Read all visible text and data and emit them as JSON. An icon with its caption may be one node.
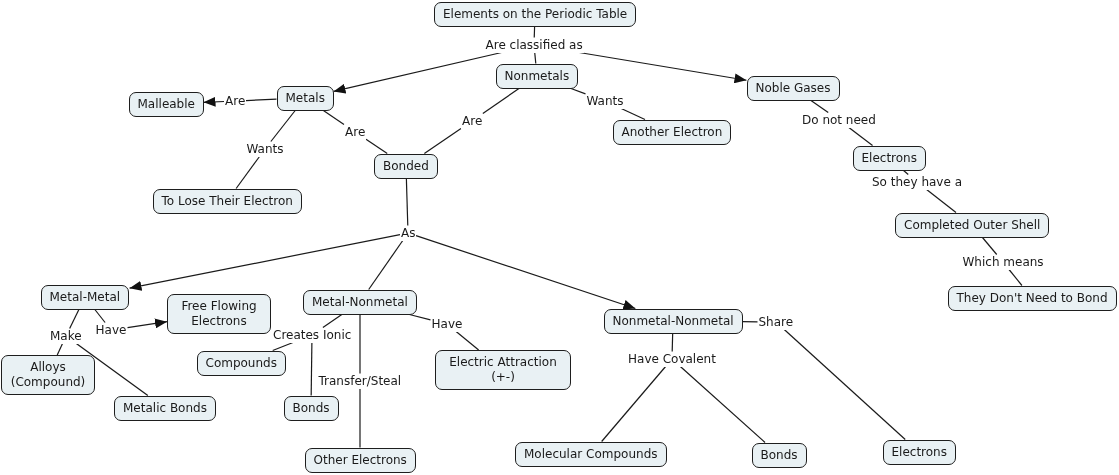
{
  "diagram": {
    "nodes": [
      {
        "text": [
          "Elements on the Periodic Table"
        ]
      },
      {
        "text": [
          "Are classified as"
        ]
      },
      {
        "text": [
          "Nonmetals"
        ]
      },
      {
        "text": [
          "Noble Gases"
        ]
      },
      {
        "text": [
          "Metals"
        ]
      },
      {
        "text": [
          "Malleable"
        ]
      },
      {
        "text": [
          "Are"
        ]
      },
      {
        "text": [
          "Wants"
        ]
      },
      {
        "text": [
          "Are"
        ]
      },
      {
        "text": [
          "Another Electron"
        ]
      },
      {
        "text": [
          "Are"
        ]
      },
      {
        "text": [
          "Do not need"
        ]
      },
      {
        "text": [
          "Wants"
        ]
      },
      {
        "text": [
          "Bonded"
        ]
      },
      {
        "text": [
          "Electrons"
        ]
      },
      {
        "text": [
          "So they have a"
        ]
      },
      {
        "text": [
          "To Lose Their Electron"
        ]
      },
      {
        "text": [
          "Completed Outer Shell"
        ]
      },
      {
        "text": [
          "As"
        ]
      },
      {
        "text": [
          "Which means"
        ]
      },
      {
        "text": [
          "Metal-Metal"
        ]
      },
      {
        "text": [
          "Free Flowing Electrons"
        ]
      },
      {
        "text": [
          "Metal-Nonmetal"
        ]
      },
      {
        "text": [
          "They Don't Need to Bond"
        ]
      },
      {
        "text": [
          "Nonmetal-Nonmetal"
        ]
      },
      {
        "text": [
          "Share"
        ]
      },
      {
        "text": [
          "Have"
        ]
      },
      {
        "text": [
          "Have"
        ]
      },
      {
        "text": [
          "Make"
        ]
      },
      {
        "text": [
          "Creates Ionic"
        ]
      },
      {
        "text": [
          "Compounds"
        ]
      },
      {
        "text": [
          "Alloys (Compound)"
        ]
      },
      {
        "text": [
          "Electric Attraction (+-)"
        ]
      },
      {
        "text": [
          "Have Covalent"
        ]
      },
      {
        "text": [
          "Transfer/Steal"
        ]
      },
      {
        "text": [
          "Bonds"
        ]
      },
      {
        "text": [
          "Metalic Bonds"
        ]
      },
      {
        "text": [
          "Molecular Compounds"
        ]
      },
      {
        "text": [
          "Bonds"
        ]
      },
      {
        "text": [
          "Electrons"
        ]
      },
      {
        "text": [
          "Other Electrons"
        ]
      }
    ],
    "edges": [
      {
        "from": 0,
        "to": 1,
        "arrow": "none"
      },
      {
        "from": 1,
        "to": 4,
        "arrow": "to"
      },
      {
        "from": 1,
        "to": 2,
        "arrow": "none"
      },
      {
        "from": 1,
        "to": 3,
        "arrow": "to"
      },
      {
        "from": 4,
        "to": 6,
        "arrow": "none"
      },
      {
        "from": 6,
        "to": 5,
        "arrow": "to"
      },
      {
        "from": 4,
        "to": 10,
        "arrow": "none"
      },
      {
        "from": 10,
        "to": 13,
        "arrow": "none"
      },
      {
        "from": 4,
        "to": 12,
        "arrow": "none"
      },
      {
        "from": 12,
        "to": 16,
        "arrow": "none"
      },
      {
        "from": 2,
        "to": 8,
        "arrow": "none"
      },
      {
        "from": 8,
        "to": 13,
        "arrow": "none"
      },
      {
        "from": 2,
        "to": 7,
        "arrow": "none"
      },
      {
        "from": 7,
        "to": 9,
        "arrow": "none"
      },
      {
        "from": 3,
        "to": 11,
        "arrow": "none"
      },
      {
        "from": 11,
        "to": 14,
        "arrow": "none"
      },
      {
        "from": 14,
        "to": 15,
        "arrow": "none"
      },
      {
        "from": 15,
        "to": 17,
        "arrow": "none"
      },
      {
        "from": 17,
        "to": 19,
        "arrow": "none"
      },
      {
        "from": 19,
        "to": 23,
        "arrow": "none"
      },
      {
        "from": 13,
        "to": 18,
        "arrow": "none"
      },
      {
        "from": 18,
        "to": 20,
        "arrow": "to"
      },
      {
        "from": 18,
        "to": 22,
        "arrow": "none"
      },
      {
        "from": 18,
        "to": 24,
        "arrow": "to"
      },
      {
        "from": 20,
        "to": 28,
        "arrow": "none"
      },
      {
        "from": 28,
        "to": 31,
        "arrow": "none"
      },
      {
        "from": 28,
        "to": 36,
        "arrow": "none"
      },
      {
        "from": 20,
        "to": 27,
        "arrow": "none"
      },
      {
        "from": 27,
        "to": 21,
        "arrow": "to"
      },
      {
        "from": 22,
        "to": 29,
        "arrow": "none"
      },
      {
        "from": 29,
        "to": 30,
        "arrow": "none"
      },
      {
        "from": 29,
        "to": 35,
        "arrow": "none"
      },
      {
        "from": 22,
        "to": 34,
        "arrow": "none"
      },
      {
        "from": 34,
        "to": 40,
        "arrow": "none"
      },
      {
        "from": 22,
        "to": 26,
        "arrow": "none"
      },
      {
        "from": 26,
        "to": 32,
        "arrow": "none"
      },
      {
        "from": 24,
        "to": 25,
        "arrow": "none"
      },
      {
        "from": 25,
        "to": 39,
        "arrow": "none"
      },
      {
        "from": 24,
        "to": 33,
        "arrow": "none"
      },
      {
        "from": 33,
        "to": 37,
        "arrow": "none"
      },
      {
        "from": 33,
        "to": 38,
        "arrow": "none"
      }
    ]
  }
}
